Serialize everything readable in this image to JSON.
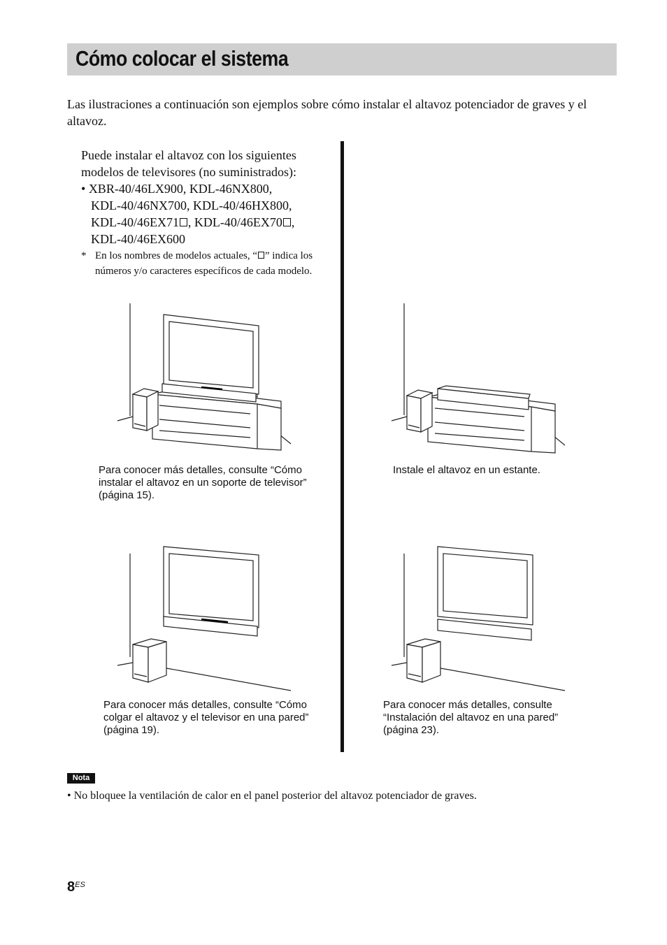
{
  "page": {
    "title": "Cómo colocar el sistema",
    "intro": "Las ilustraciones a continuación son ejemplos sobre cómo instalar el altavoz potenciador de graves y el altavoz."
  },
  "models": {
    "lead": "Puede instalar el altavoz con los siguientes modelos de televisores (no suministrados):",
    "bullet_symbol": "•",
    "line1": "XBR-40/46LX900, KDL-46NX800,",
    "line2": "KDL-40/46NX700, KDL-40/46HX800,",
    "line3a": "KDL-40/46EX71",
    "line3b": ", KDL-40/46EX70",
    "line3c": ",",
    "line4": "KDL-40/46EX600",
    "footnote_mark": "*",
    "footnote_a": "En los nombres de modelos actuales, “",
    "footnote_b": "” indica los números y/o caracteres específicos de cada modelo."
  },
  "captions": {
    "tv_stand": "Para conocer más detalles, consulte “Cómo instalar el altavoz en un soporte de televisor” (página 15).",
    "shelf": "Instale el altavoz en un estante.",
    "wall_tv": "Para conocer más detalles, consulte “Cómo colgar el altavoz y el televisor en una pared” (página 19).",
    "wall_only": "Para conocer más detalles, consulte “Instalación del altavoz en una pared” (página 23)."
  },
  "note": {
    "label": "Nota",
    "text": "• No bloquee la ventilación de calor en el panel posterior del altavoz potenciador de graves."
  },
  "footer": {
    "page_number": "8",
    "suffix": "ES"
  }
}
